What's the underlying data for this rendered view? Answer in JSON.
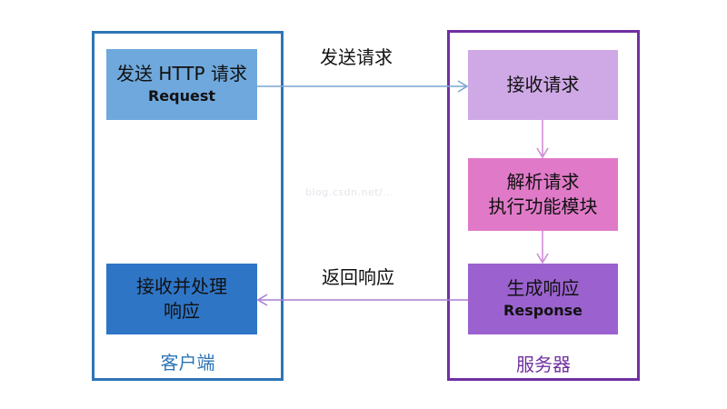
{
  "colors": {
    "client_border": "#2e75b6",
    "client_label": "#2e75b6",
    "server_border": "#7030a0",
    "server_label": "#7030a0",
    "send_box": "#6fa8dc",
    "handle_box": "#2e75c6",
    "receive_box": "#cfa9e6",
    "parse_box": "#e07ac8",
    "generate_box": "#9b62cf",
    "arrow_request": "#7aa6cf",
    "arrow_server": "#d08ad6",
    "arrow_response": "#a87fd4"
  },
  "client": {
    "label": "客户端",
    "send_box": {
      "zh": "发送 HTTP 请求",
      "en": "Request"
    },
    "handle_box": {
      "line1": "接收并处理",
      "line2": "响应"
    }
  },
  "server": {
    "label": "服务器",
    "receive_box": {
      "zh": "接收请求"
    },
    "parse_box": {
      "line1": "解析请求",
      "line2": "执行功能模块"
    },
    "generate_box": {
      "zh": "生成响应",
      "en": "Response"
    }
  },
  "arrows": {
    "send_label": "发送请求",
    "return_label": "返回响应"
  },
  "watermark": "blog.csdn.net/..."
}
